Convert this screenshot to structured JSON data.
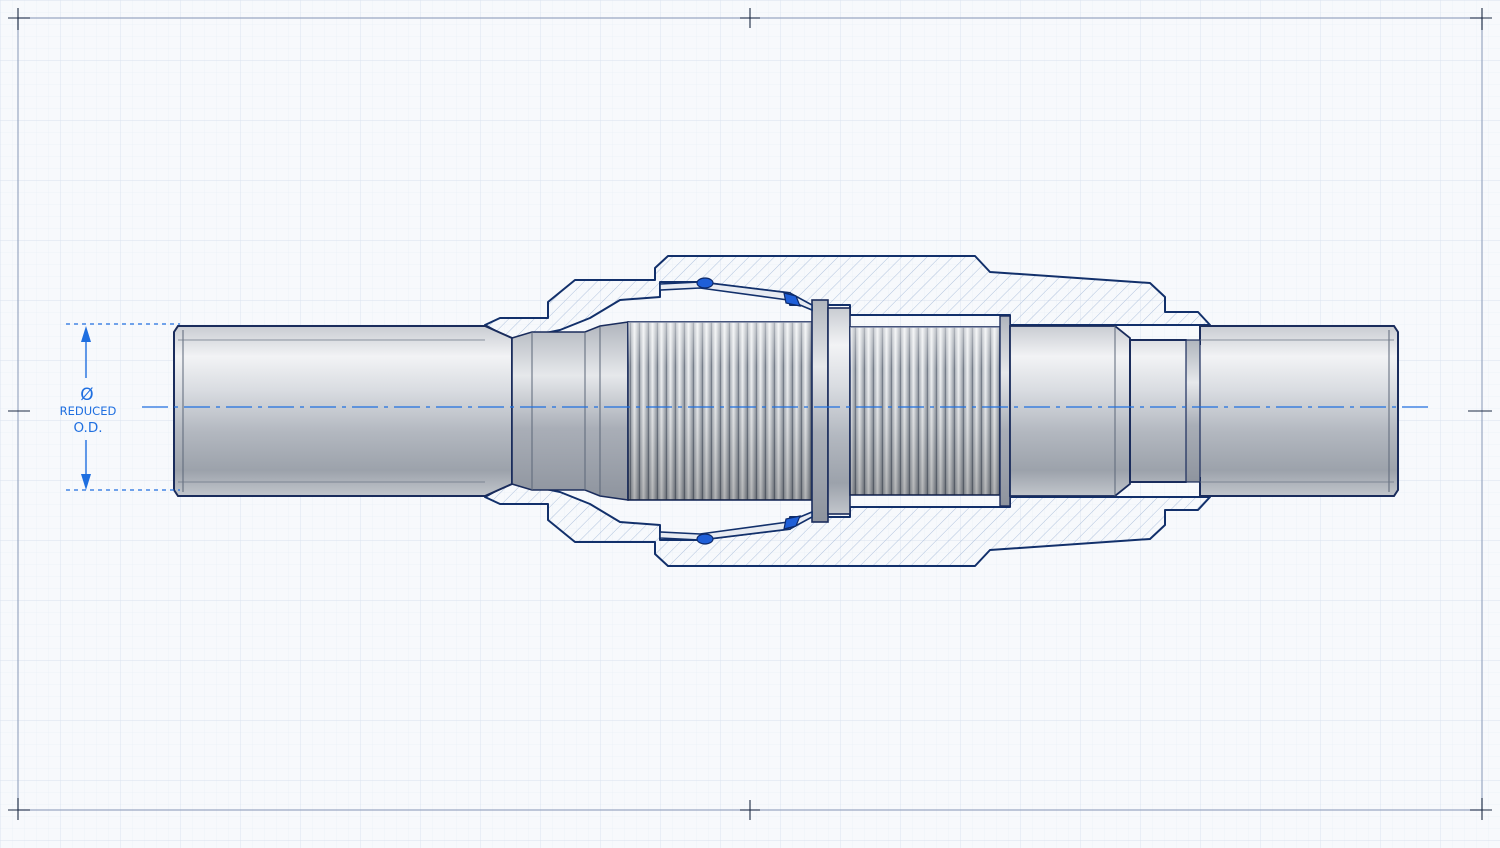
{
  "dimension": {
    "symbol": "Ø",
    "line1": "REDUCED",
    "line2": "O.D."
  },
  "colors": {
    "paper": "#f7f9fc",
    "grid": "#dfe6f1",
    "frame": "#8f9fbf",
    "outline": "#12306b",
    "accent": "#1f6fe0",
    "hatch": "#a9bddb",
    "seal": "#1f5fd8"
  }
}
